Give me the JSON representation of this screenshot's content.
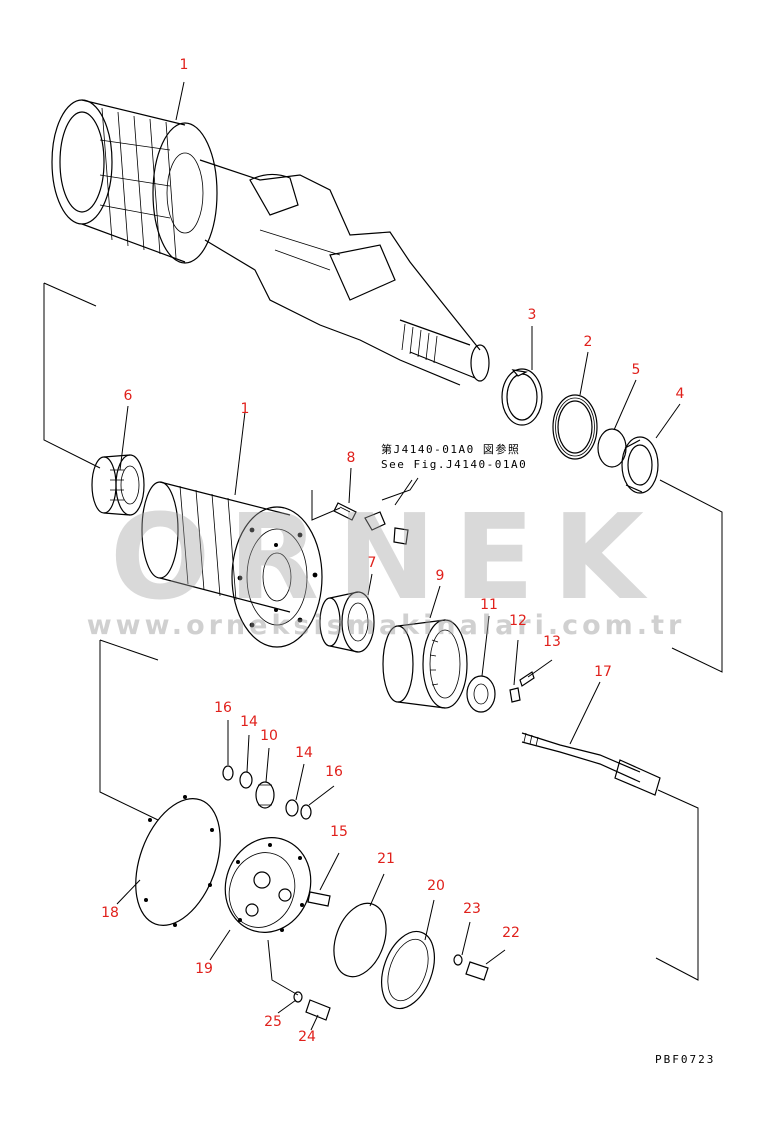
{
  "callouts": [
    {
      "id": "1a",
      "label": "1"
    },
    {
      "id": "1b",
      "label": "1"
    },
    {
      "id": "2",
      "label": "2"
    },
    {
      "id": "3",
      "label": "3"
    },
    {
      "id": "4",
      "label": "4"
    },
    {
      "id": "5",
      "label": "5"
    },
    {
      "id": "6",
      "label": "6"
    },
    {
      "id": "7",
      "label": "7"
    },
    {
      "id": "8",
      "label": "8"
    },
    {
      "id": "9",
      "label": "9"
    },
    {
      "id": "10",
      "label": "10"
    },
    {
      "id": "11",
      "label": "11"
    },
    {
      "id": "12",
      "label": "12"
    },
    {
      "id": "13",
      "label": "13"
    },
    {
      "id": "14a",
      "label": "14"
    },
    {
      "id": "14b",
      "label": "14"
    },
    {
      "id": "15",
      "label": "15"
    },
    {
      "id": "16a",
      "label": "16"
    },
    {
      "id": "16b",
      "label": "16"
    },
    {
      "id": "17",
      "label": "17"
    },
    {
      "id": "18",
      "label": "18"
    },
    {
      "id": "19",
      "label": "19"
    },
    {
      "id": "20",
      "label": "20"
    },
    {
      "id": "21",
      "label": "21"
    },
    {
      "id": "22",
      "label": "22"
    },
    {
      "id": "23",
      "label": "23"
    },
    {
      "id": "24",
      "label": "24"
    },
    {
      "id": "25",
      "label": "25"
    }
  ],
  "reference_note": {
    "japanese": "第J4140-01A0 図参照",
    "english": "See Fig.J4140-01A0"
  },
  "watermark": {
    "logo": "ORNEK",
    "url": "www.orneksismakinalari.com.tr"
  },
  "drawing_code": "PBF0723",
  "colors": {
    "callout": "#e0201b",
    "linework": "#000000",
    "watermark": "#a0a0a0",
    "background": "#ffffff"
  }
}
